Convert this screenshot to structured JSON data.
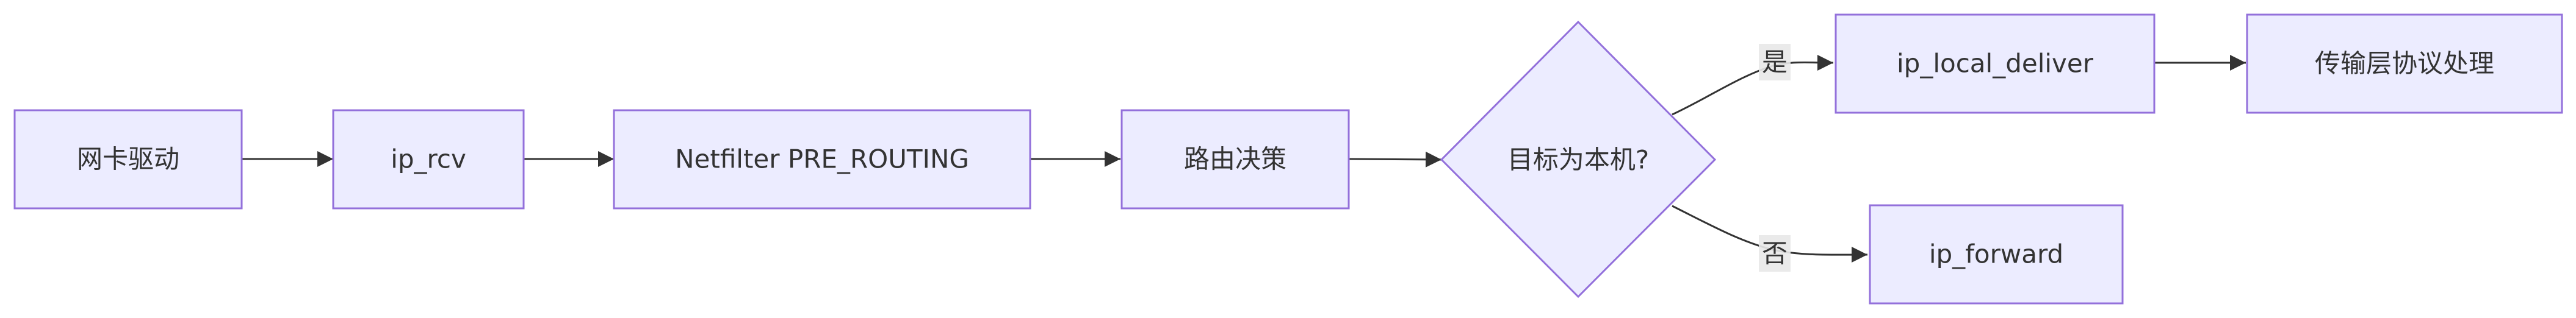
{
  "nodes": {
    "nic_driver": {
      "label": "网卡驱动"
    },
    "ip_rcv": {
      "label": "ip_rcv"
    },
    "netfilter_prerouting": {
      "label": "Netfilter PRE_ROUTING"
    },
    "routing_decision": {
      "label": "路由决策"
    },
    "is_local": {
      "label": "目标为本机?"
    },
    "ip_local_deliver": {
      "label": "ip_local_deliver"
    },
    "transport_layer": {
      "label": "传输层协议处理"
    },
    "ip_forward": {
      "label": "ip_forward"
    }
  },
  "edges": {
    "yes": {
      "label": "是"
    },
    "no": {
      "label": "否"
    }
  },
  "colors": {
    "node_fill": "#ececff",
    "node_stroke": "#9370db",
    "edge": "#333333",
    "text": "#333333",
    "edge_label_bg": "#e8e8e8"
  }
}
